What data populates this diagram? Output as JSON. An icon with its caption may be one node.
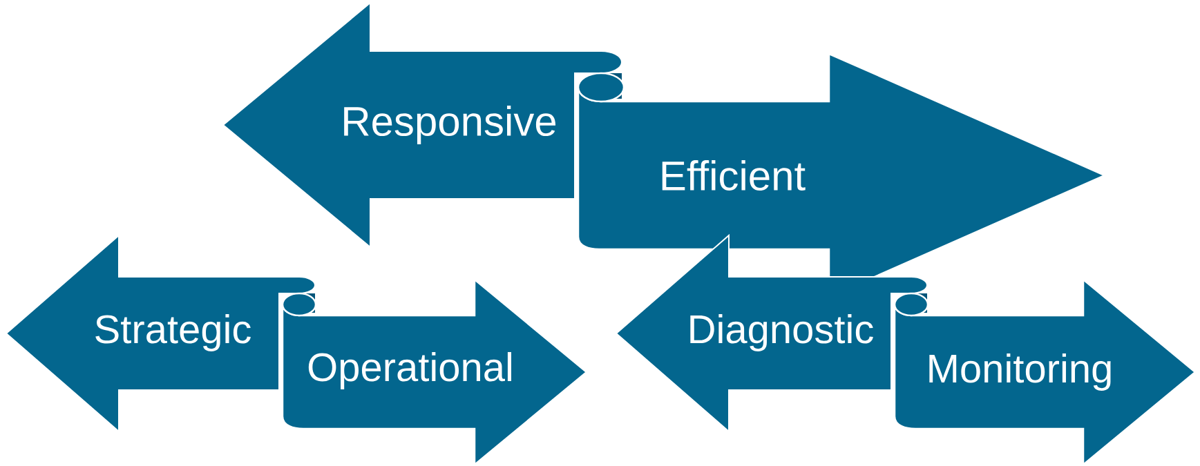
{
  "diagram": {
    "nodes": [
      {
        "text": [
          "Responsive"
        ]
      },
      {
        "text": [
          "Efficient"
        ]
      },
      {
        "text": [
          "Strategic"
        ]
      },
      {
        "text": [
          "Operational"
        ]
      },
      {
        "text": [
          "Diagnostic"
        ]
      },
      {
        "text": [
          "Monitoring"
        ]
      }
    ]
  }
}
